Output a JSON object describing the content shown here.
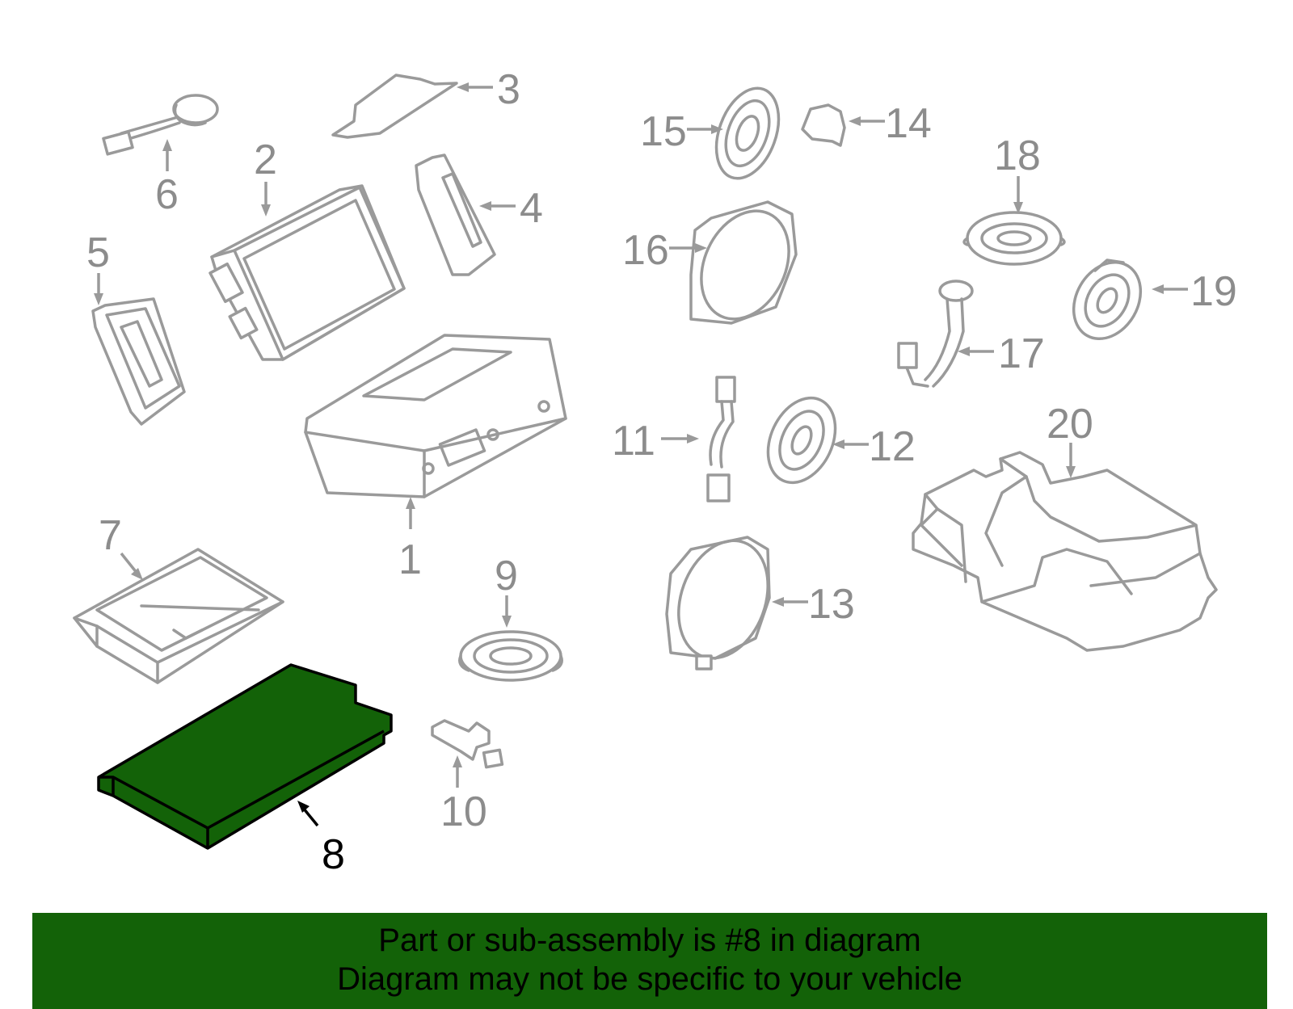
{
  "diagram": {
    "highlighted_part": "8",
    "colors": {
      "highlight": "#136208",
      "outline": "#9a9a9a",
      "selected_outline": "#000000",
      "banner": "#136208"
    },
    "callouts": [
      "1",
      "2",
      "3",
      "4",
      "5",
      "6",
      "7",
      "8",
      "9",
      "10",
      "11",
      "12",
      "13",
      "14",
      "15",
      "16",
      "17",
      "18",
      "19",
      "20"
    ]
  },
  "banner": {
    "line1": "Part or sub-assembly is #8 in diagram",
    "line2": "Diagram may not be specific to your vehicle"
  }
}
